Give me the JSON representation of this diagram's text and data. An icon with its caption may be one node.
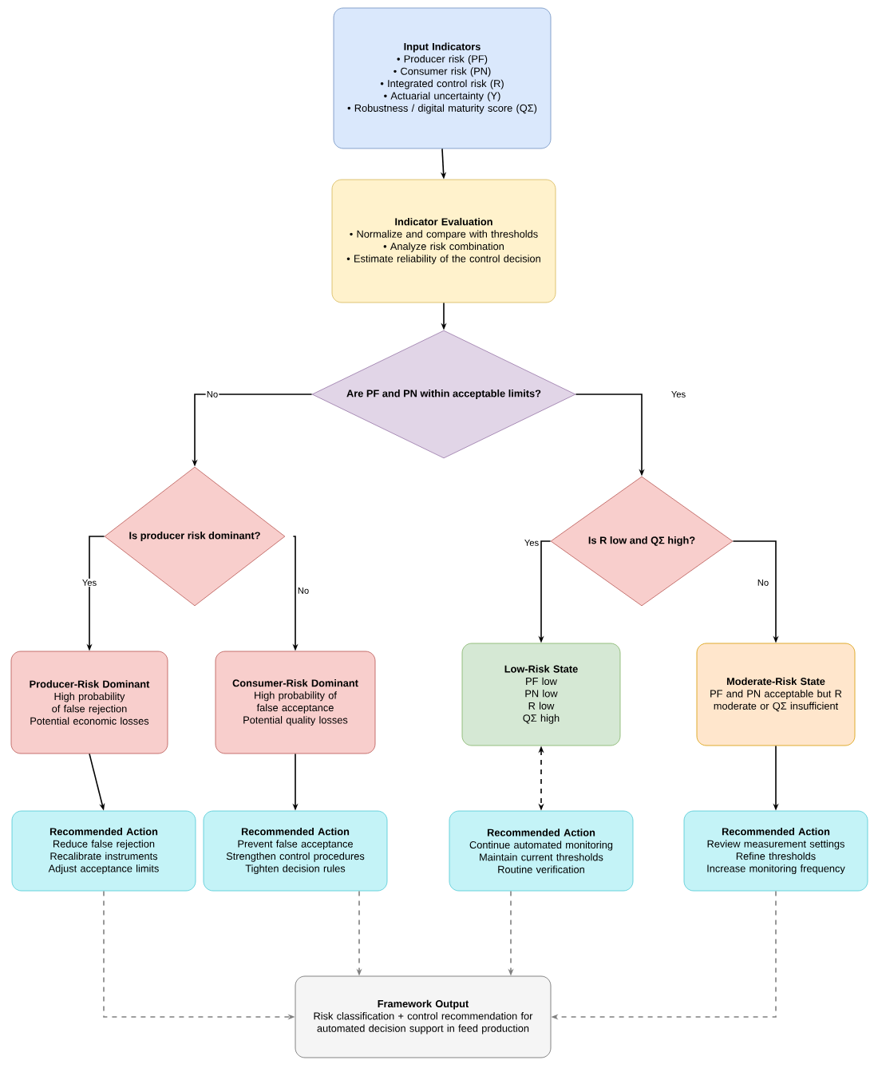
{
  "diagram": {
    "nodes": [
      {
        "text": [
          "Input Indicators",
          "• Producer risk (PF)",
          "• Consumer risk (PN)",
          "• Integrated control risk (R)",
          "• Actuarial uncertainty (Y)",
          "• Robustness / digital maturity score (QΣ)"
        ]
      },
      {
        "text": [
          "Indicator Evaluation",
          "• Normalize and compare with thresholds",
          "• Analyze risk combination",
          "• Estimate reliability of the control decision"
        ]
      },
      {
        "text": [
          "Are PF and PN within acceptable limits?"
        ]
      },
      {
        "text": [
          "Is producer risk dominant?"
        ]
      },
      {
        "text": [
          "Is R low and QΣ high?"
        ]
      },
      {
        "text": [
          "Producer-Risk Dominant",
          "High probability of false rejection",
          "Potential economic losses"
        ]
      },
      {
        "text": [
          "Consumer-Risk Dominant",
          "High probability of false acceptance",
          "Potential quality losses"
        ]
      },
      {
        "text": [
          "Low-Risk State",
          "PF low",
          "PN low",
          "R low",
          "QΣ high"
        ]
      },
      {
        "text": [
          "Moderate-Risk State",
          "PF and PN acceptable but R moderate or QΣ insufficient"
        ]
      },
      {
        "text": [
          "Recommended Action",
          "Reduce false rejection",
          "Recalibrate instruments",
          "Adjust acceptance limits"
        ]
      },
      {
        "text": [
          "Recommended Action",
          "Prevent false acceptance",
          "Strengthen control procedures",
          "Tighten decision rules"
        ]
      },
      {
        "text": [
          "Recommended Action",
          "Continue automated monitoring",
          "Maintain current thresholds",
          "Routine verification"
        ]
      },
      {
        "text": [
          "Recommended Action",
          "Review measurement settings",
          "Refine thresholds",
          "Increase monitoring frequency"
        ]
      },
      {
        "text": [
          "Framework Output",
          "Risk classification + control recommendation for automated decision support in feed production"
        ]
      }
    ],
    "edges": [
      {
        "from": 0,
        "to": 1,
        "arrow": "to"
      },
      {
        "from": 1,
        "to": 2,
        "arrow": "to"
      },
      {
        "from": 2,
        "to": 3,
        "arrow": "to",
        "label": "No"
      },
      {
        "from": 2,
        "to": 4,
        "arrow": "to",
        "label": "Yes"
      },
      {
        "from": 3,
        "to": 5,
        "arrow": "to",
        "label": "Yes"
      },
      {
        "from": 3,
        "to": 6,
        "arrow": "to",
        "label": "No"
      },
      {
        "from": 4,
        "to": 7,
        "arrow": "to",
        "label": "Yes"
      },
      {
        "from": 4,
        "to": 8,
        "arrow": "to",
        "label": "No"
      },
      {
        "from": 5,
        "to": 9,
        "arrow": "to"
      },
      {
        "from": 6,
        "to": 10,
        "arrow": "to"
      },
      {
        "from": 7,
        "to": 11,
        "arrow": "both",
        "style": "dashed"
      },
      {
        "from": 8,
        "to": 12,
        "arrow": "to"
      },
      {
        "from": 9,
        "to": 13,
        "arrow": "to",
        "style": "dashed",
        "color": "#808080"
      },
      {
        "from": 10,
        "to": 13,
        "arrow": "to",
        "style": "dashed",
        "color": "#808080"
      },
      {
        "from": 11,
        "to": 13,
        "arrow": "to",
        "style": "dashed",
        "color": "#808080"
      },
      {
        "from": 12,
        "to": 13,
        "arrow": "to",
        "style": "dashed",
        "color": "#808080"
      }
    ]
  }
}
